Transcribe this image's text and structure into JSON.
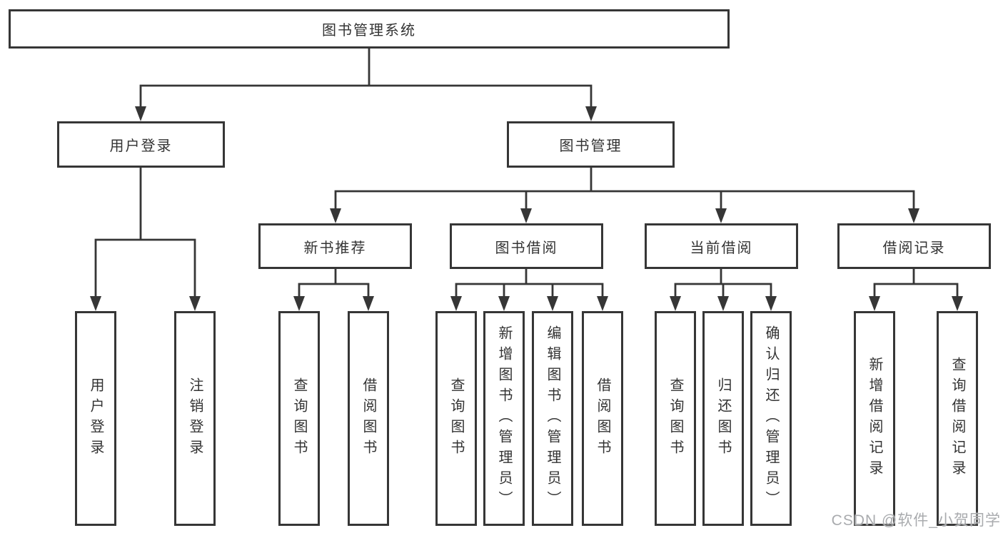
{
  "diagram": {
    "tree": {
      "root": "图书管理系统",
      "branches": [
        {
          "label": "用户登录",
          "children": [
            "用户登录",
            "注销登录"
          ]
        },
        {
          "label": "图书管理",
          "sections": [
            {
              "label": "新书推荐",
              "children": [
                "查询图书",
                "借阅图书"
              ]
            },
            {
              "label": "图书借阅",
              "children": [
                "查询图书",
                "新增图书（管理员）",
                "编辑图书（管理员）",
                "借阅图书"
              ]
            },
            {
              "label": "当前借阅",
              "children": [
                "查询图书",
                "归还图书",
                "确认归还（管理员）"
              ]
            },
            {
              "label": "借阅记录",
              "children": [
                "新增借阅记录",
                "查询借阅记录"
              ]
            }
          ]
        }
      ]
    },
    "colors": {
      "line": "#363636",
      "text": "#333333",
      "watermark": "#a9abae",
      "background": "#ffffff"
    },
    "watermark": "CSDN @软件_小贺同学"
  }
}
